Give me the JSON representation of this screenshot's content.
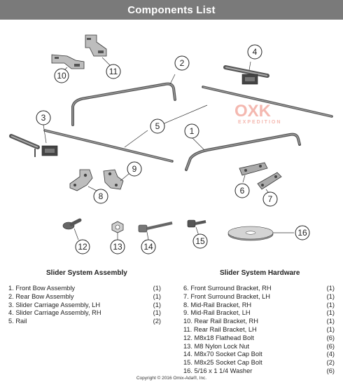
{
  "title": "Components List",
  "watermark": {
    "brand": "OXK",
    "tagline": "EXPEDITION"
  },
  "callouts": [
    "1",
    "2",
    "3",
    "4",
    "5",
    "6",
    "7",
    "8",
    "9",
    "10",
    "11",
    "12",
    "13",
    "14",
    "15",
    "16"
  ],
  "assembly": {
    "heading": "Slider System Assembly",
    "items": [
      {
        "name": "1. Front Bow Assembly",
        "qty": "(1)"
      },
      {
        "name": "2. Rear Bow Assembly",
        "qty": "(1)"
      },
      {
        "name": "3. Slider Carriage Assembly, LH",
        "qty": "(1)"
      },
      {
        "name": "4. Slider Carriage Assembly, RH",
        "qty": "(1)"
      },
      {
        "name": "5. Rail",
        "qty": "(2)"
      }
    ]
  },
  "hardware": {
    "heading": "Slider System Hardware",
    "items": [
      {
        "name": "6. Front Surround Bracket, RH",
        "qty": "(1)"
      },
      {
        "name": "7. Front Surround Bracket, LH",
        "qty": "(1)"
      },
      {
        "name": "8. Mid-Rail Bracket, RH",
        "qty": "(1)"
      },
      {
        "name": "9. Mid-Rail Bracket, LH",
        "qty": "(1)"
      },
      {
        "name": "10. Rear Rail Bracket, RH",
        "qty": "(1)"
      },
      {
        "name": "11. Rear Rail Bracket, LH",
        "qty": "(1)"
      },
      {
        "name": "12. M8x18 Flathead Bolt",
        "qty": "(6)"
      },
      {
        "name": "13. M8 Nylon Lock Nut",
        "qty": "(6)"
      },
      {
        "name": "14. M8x70 Socket Cap Bolt",
        "qty": "(4)"
      },
      {
        "name": "15. M8x25 Socket Cap Bolt",
        "qty": "(2)"
      },
      {
        "name": "16. 5/16 x 1 1/4 Washer",
        "qty": "(6)"
      }
    ]
  },
  "copyright": "Copyright © 2016 Omix-Ada®, Inc.",
  "colors": {
    "header": "#7a7a7a",
    "part_dark": "#4a4a4a",
    "part_mid": "#8a8a8a",
    "part_light": "#c8c8c8",
    "watermark": "#f4b8b0"
  }
}
